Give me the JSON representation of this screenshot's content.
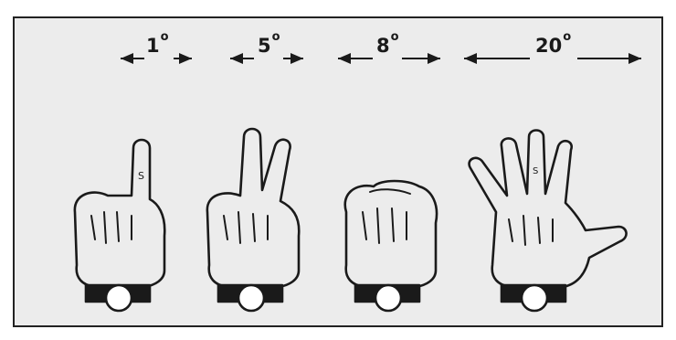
{
  "gestures": [
    {
      "label": "1",
      "degree_mark": "o",
      "fingers": "index"
    },
    {
      "label": "5",
      "degree_mark": "o",
      "fingers": "index-middle"
    },
    {
      "label": "8",
      "degree_mark": "o",
      "fingers": "fist"
    },
    {
      "label": "20",
      "degree_mark": "o",
      "fingers": "open-hand"
    }
  ],
  "colors": {
    "background": "#ececec",
    "ink": "#1a1a1a",
    "frame": "#222222"
  }
}
